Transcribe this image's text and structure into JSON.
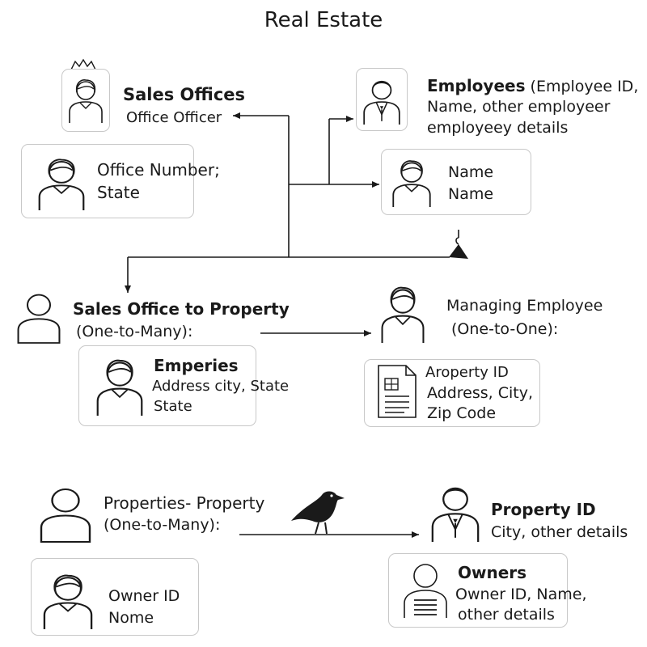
{
  "title": "Real Estate",
  "sales_offices": {
    "heading": "Sales Offices",
    "sub": "Office Officer",
    "box_line1": "Office Number;",
    "box_line2": "State"
  },
  "employees": {
    "heading_bold": "Employees",
    "heading_rest": "(Employee ID,",
    "line2": "Name, other employeer",
    "line3": "employeey details",
    "box_line1": "Name",
    "box_line2": "Name"
  },
  "sales_office_to_property": {
    "heading": "Sales Office to Property",
    "relation": "(One-to-Many):",
    "box_heading": "Emperies",
    "box_line1": "Address city, State",
    "box_line2": "State"
  },
  "managing_employee": {
    "heading": "Managing Employee",
    "relation": "(One-to-One):",
    "box_line1": "Aroperty ID",
    "box_line2": "Address, City,",
    "box_line3": "Zip Code"
  },
  "properties_property": {
    "heading": "Properties- Property",
    "relation": "(One-to-Many):",
    "box_line1": "Owner ID",
    "box_line2": "Nome"
  },
  "property_id": {
    "heading": "Property ID",
    "sub": "City, other details",
    "box_heading": "Owners",
    "box_line1": "Owner ID, Name,",
    "box_line2": "other details"
  },
  "icons": [
    "person-icon",
    "document-icon",
    "bird-icon",
    "hanger-icon",
    "crown-icon"
  ],
  "colors": {
    "line": "#1a1a1a",
    "border": "#c8c8c8",
    "text": "#1a1a1a"
  }
}
